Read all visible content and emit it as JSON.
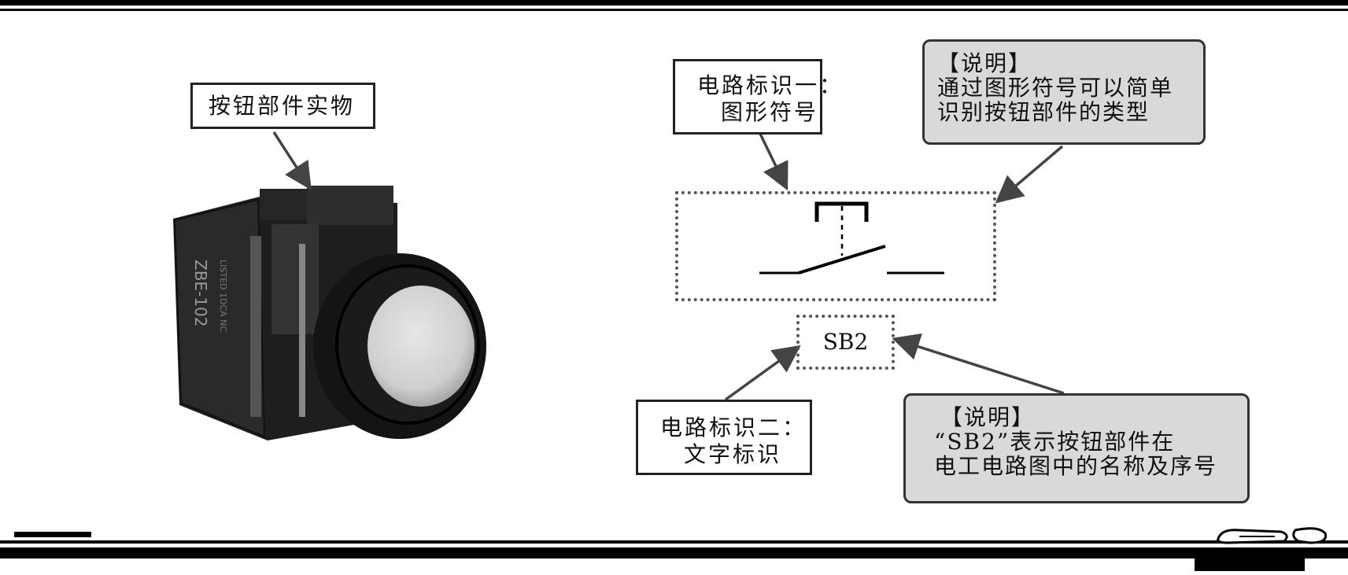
{
  "labels": {
    "photo_caption": "按钮部件实物",
    "mark1_line1": "电路标识一：",
    "mark1_line2": "图形符号",
    "mark2_line1": "电路标识二：",
    "mark2_line2": "文字标识",
    "designator": "SB2"
  },
  "notes": {
    "top": {
      "heading": "【说明】",
      "line1": "通过图形符号可以简单",
      "line2": "识别按钮部件的类型"
    },
    "bottom": {
      "heading": "【说明】",
      "line1": "“SB2”表示按钮部件在",
      "line2": "电工电路图中的名称及序号"
    }
  },
  "photo": {
    "body_text": "ZBE-102",
    "body_small_text": "LISTED 1DCA NC"
  }
}
